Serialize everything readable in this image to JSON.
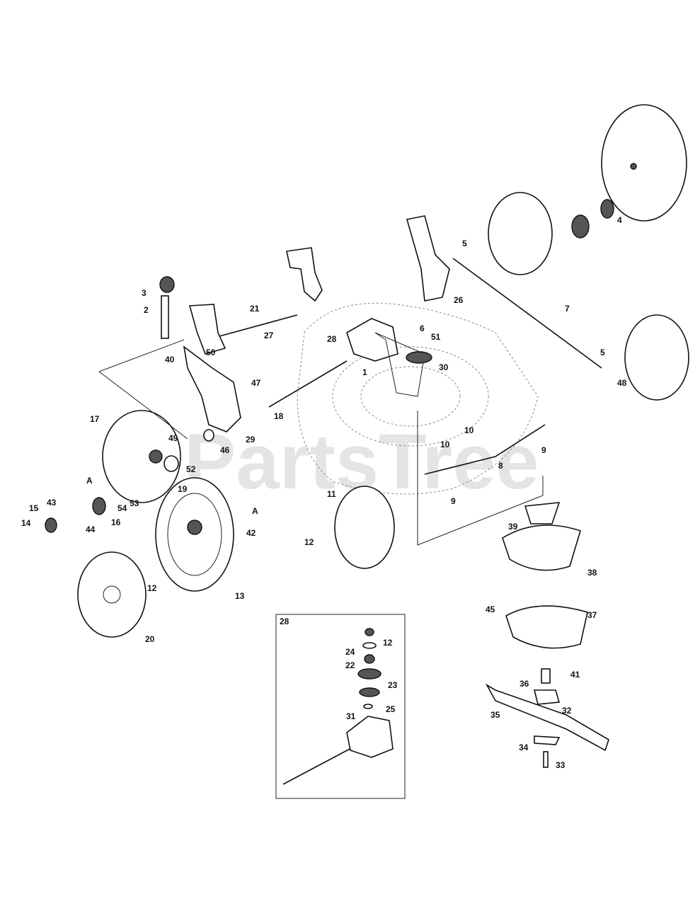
{
  "watermark": "PartsTree",
  "inset_label": "28",
  "labels": {
    "l1": "1",
    "l2": "2",
    "l3": "3",
    "l4": "4",
    "l5a": "5",
    "l5b": "5",
    "l6": "6",
    "l7": "7",
    "l8": "8",
    "l9a": "9",
    "l9b": "9",
    "l10a": "10",
    "l10b": "10",
    "l11": "11",
    "l12a": "12",
    "l12b": "12",
    "l13": "13",
    "l14": "14",
    "l15": "15",
    "l16": "16",
    "l17": "17",
    "l18": "18",
    "l19": "19",
    "l20": "20",
    "l21": "21",
    "l26": "26",
    "l27": "27",
    "l28": "28",
    "l29": "29",
    "l30": "30",
    "l32": "32",
    "l33": "33",
    "l34": "34",
    "l35": "35",
    "l36": "36",
    "l37": "37",
    "l38": "38",
    "l39": "39",
    "l40": "40",
    "l41": "41",
    "l42": "42",
    "l43": "43",
    "l44": "44",
    "l45": "45",
    "l46": "46",
    "l47": "47",
    "l48": "48",
    "l49": "49",
    "l50": "50",
    "l51": "51",
    "l52": "52",
    "l53": "53",
    "l54": "54",
    "lA1": "A",
    "lA2": "A",
    "i12": "12",
    "i22": "22",
    "i23": "23",
    "i24": "24",
    "i25": "25",
    "i31": "31"
  }
}
